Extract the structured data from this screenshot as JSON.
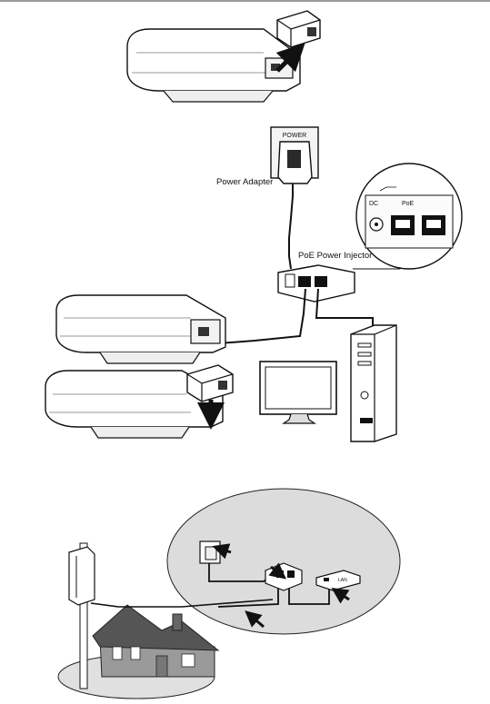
{
  "labels": {
    "power_adapter": "Power Adapter",
    "poe_injector": "PoE Power Injector",
    "outlet_text": "POWER",
    "dc_port": "DC",
    "poe_port": "PoE",
    "zoom_small_text": "LAN"
  },
  "colors": {
    "line": "#111111",
    "device_fill": "#ffffff",
    "shadow": "#c8c8c8",
    "ellipse_fill": "#dcdcdc",
    "house_roof": "#555555",
    "house_wall": "#9a9a9a"
  }
}
